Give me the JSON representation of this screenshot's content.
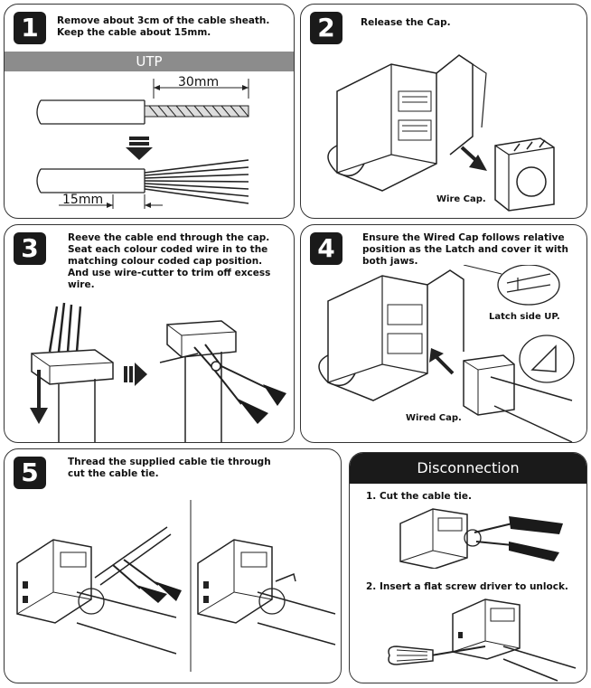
{
  "step1": {
    "number": "1",
    "lines": [
      "Remove about 3cm of the cable sheath.",
      "Keep the cable about 15mm."
    ],
    "banner": "UTP",
    "dim_top": "30mm",
    "dim_bottom": "15mm"
  },
  "step2": {
    "number": "2",
    "lines": [
      "Release the Cap."
    ],
    "callout": "Wire Cap."
  },
  "step3": {
    "number": "3",
    "lines": [
      "Reeve the cable end through the cap.",
      "Seat each colour coded wire in to the",
      "matching colour coded cap position.",
      "And use wire-cutter to trim off excess",
      "wire."
    ]
  },
  "step4": {
    "number": "4",
    "lines": [
      "Ensure the Wired Cap follows relative",
      "position as the Latch and cover it with",
      "both jaws."
    ],
    "callout_latch": "Latch side UP.",
    "callout_cap": "Wired Cap."
  },
  "step5": {
    "number": "5",
    "lines": [
      "Thread the supplied cable tie through",
      "cut the cable tie."
    ]
  },
  "disconnection": {
    "title": "Disconnection",
    "step_a": "1. Cut the cable tie.",
    "step_b": "2. Insert a flat screw driver to unlock."
  },
  "colors": {
    "dark": "#1a1a1a",
    "banner": "#8c8c8c",
    "border": "#333333"
  }
}
